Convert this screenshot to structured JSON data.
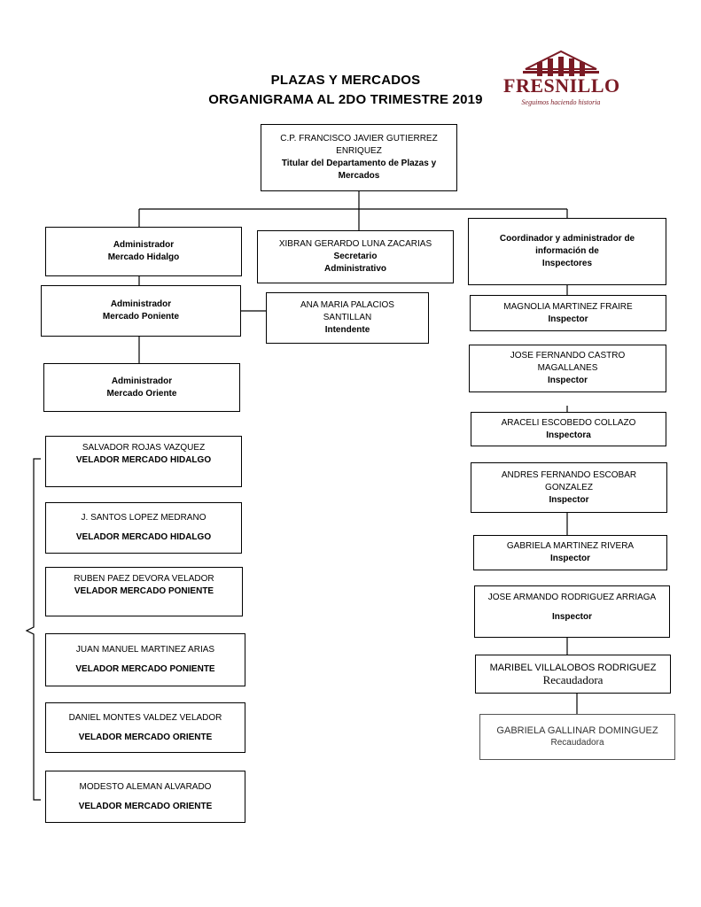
{
  "header": {
    "title_line1": "PLAZAS Y MERCADOS",
    "title_line2": "ORGANIGRAMA AL 2DO TRIMESTRE 2019"
  },
  "logo": {
    "name": "FRESNILLO",
    "tagline": "Seguimos haciendo historia",
    "color": "#7a1a24"
  },
  "top": {
    "name_line1": "C.P. FRANCISCO JAVIER GUTIERREZ",
    "name_line2": "ENRIQUEZ",
    "role_line1": "Titular del Departamento de Plazas y",
    "role_line2": "Mercados"
  },
  "left": {
    "hidalgo": {
      "l1": "Administrador",
      "l2": "Mercado Hidalgo"
    },
    "poniente": {
      "l1": "Administrador",
      "l2": "Mercado Poniente"
    },
    "oriente": {
      "l1": "Administrador",
      "l2": "Mercado Oriente"
    }
  },
  "center": {
    "secretario": {
      "name": "XIBRAN GERARDO LUNA ZACARIAS",
      "r1": "Secretario",
      "r2": "Administrativo"
    },
    "intendente": {
      "n1": "ANA MARIA PALACIOS",
      "n2": "SANTILLAN",
      "role": "Intendente"
    }
  },
  "right": {
    "coordinator": {
      "l1": "Coordinador y administrador de",
      "l2": "información de",
      "l3": "Inspectores"
    },
    "staff": [
      {
        "n1": "MAGNOLIA MARTINEZ FRAIRE",
        "n2": "",
        "role": "Inspector"
      },
      {
        "n1": "JOSE FERNANDO CASTRO",
        "n2": "MAGALLANES",
        "role": "Inspector"
      },
      {
        "n1": "ARACELI ESCOBEDO COLLAZO",
        "n2": "",
        "role": "Inspectora"
      },
      {
        "n1": "ANDRES FERNANDO ESCOBAR",
        "n2": "GONZALEZ",
        "role": "Inspector"
      },
      {
        "n1": "GABRIELA MARTINEZ RIVERA",
        "n2": "",
        "role": "Inspector"
      },
      {
        "n1": "JOSE ARMANDO RODRIGUEZ ARRIAGA",
        "n2": "",
        "role": "Inspector"
      },
      {
        "n1": "MARIBEL VILLALOBOS RODRIGUEZ",
        "n2": "",
        "role": "Recaudadora"
      },
      {
        "n1": "GABRIELA GALLINAR DOMINGUEZ",
        "n2": "",
        "role": "Recaudadora"
      }
    ]
  },
  "veladores": [
    {
      "name": "SALVADOR ROJAS VAZQUEZ",
      "role": "VELADOR MERCADO HIDALGO"
    },
    {
      "name": "J. SANTOS LOPEZ MEDRANO",
      "role": "VELADOR MERCADO HIDALGO"
    },
    {
      "name": "RUBEN PAEZ DEVORA VELADOR",
      "role": "VELADOR MERCADO PONIENTE"
    },
    {
      "name": "JUAN MANUEL MARTINEZ ARIAS",
      "role": "VELADOR MERCADO PONIENTE"
    },
    {
      "name": "DANIEL MONTES VALDEZ VELADOR",
      "role": "VELADOR MERCADO ORIENTE"
    },
    {
      "name": "MODESTO ALEMAN ALVARADO",
      "role": "VELADOR MERCADO ORIENTE"
    }
  ]
}
